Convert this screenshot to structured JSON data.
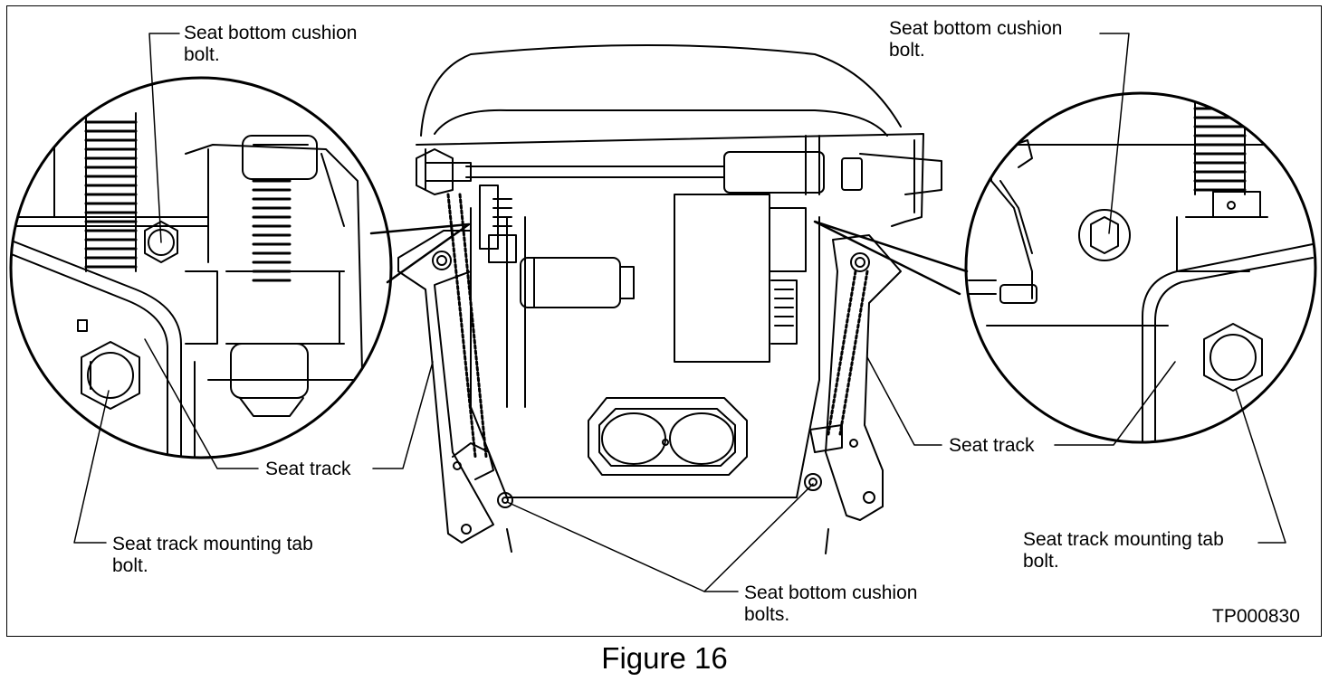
{
  "labels": {
    "top_left_bolt": "Seat bottom cushion\nbolt.",
    "top_right_bolt": "Seat bottom cushion\nbolt.",
    "left_track": "Seat track",
    "right_track": "Seat track",
    "left_tab_bolt": "Seat track mounting tab\nbolt.",
    "right_tab_bolt": "Seat track mounting tab\nbolt.",
    "bottom_bolts": "Seat bottom cushion\nbolts.",
    "part_number": "TP000830"
  },
  "caption": "Figure 16"
}
